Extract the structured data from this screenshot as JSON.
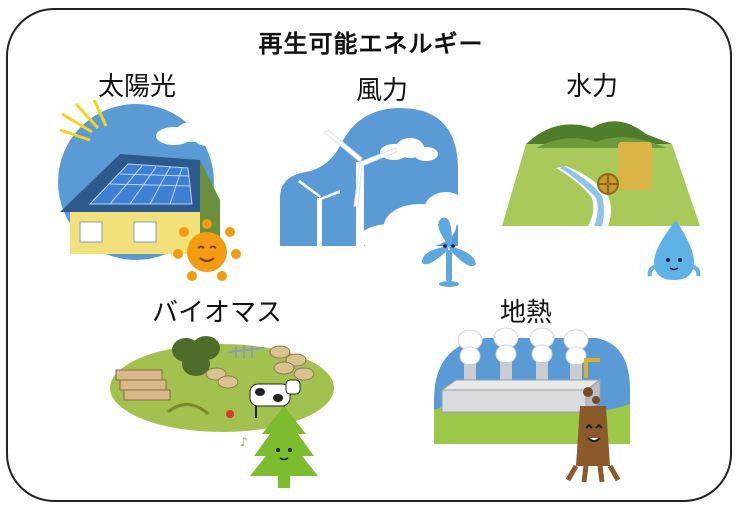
{
  "title": "再生可能エネルギー",
  "energies": {
    "solar": {
      "label": "太陽光",
      "mascot_icon": "sun-mascot-icon"
    },
    "wind": {
      "label": "風力",
      "mascot_icon": "wind-mascot-icon"
    },
    "hydro": {
      "label": "水力",
      "mascot_icon": "water-drop-mascot-icon"
    },
    "biomass": {
      "label": "バイオマス",
      "mascot_icon": "tree-mascot-icon"
    },
    "geothermal": {
      "label": "地熱",
      "mascot_icon": "tree-stump-mascot-icon"
    }
  },
  "colors": {
    "sky": "#5b9bd5",
    "grass": "#9cc84a",
    "sun": "#f39c12",
    "mascot_blue": "#5fa8dd",
    "mascot_green": "#7dbb2f",
    "mascot_brown": "#8a5a2b"
  }
}
